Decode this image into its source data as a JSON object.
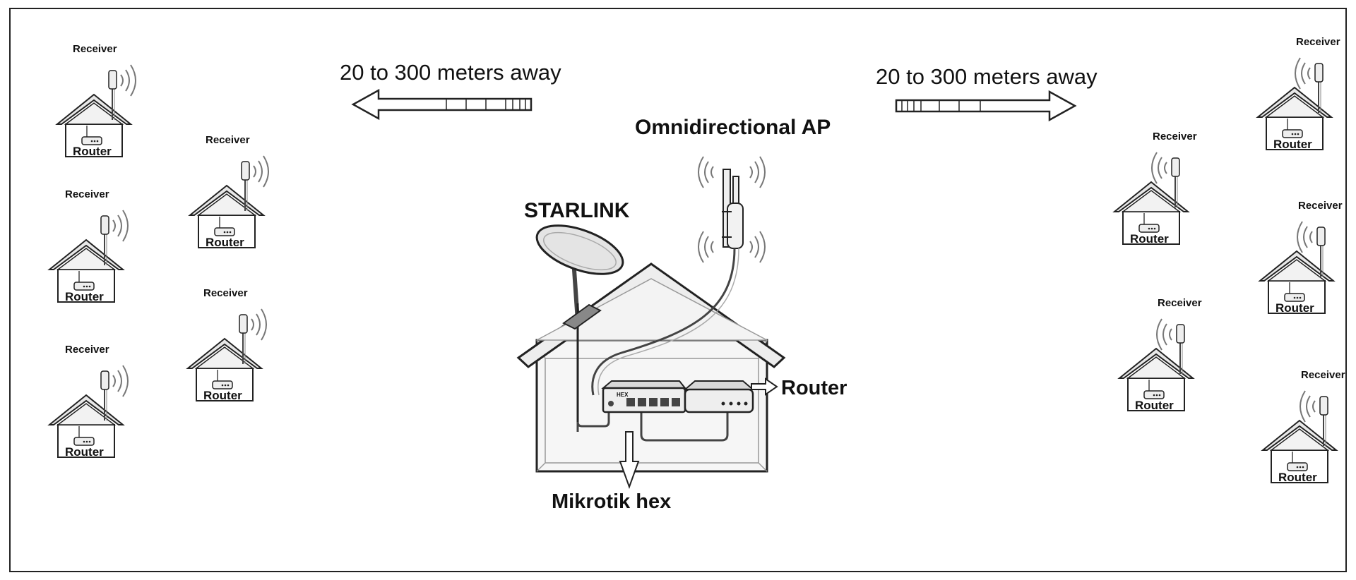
{
  "colors": {
    "line": "#222222",
    "device_fill": "#eeeeee",
    "house_fill": "#f6f6f6",
    "wave": "#777777"
  },
  "labels": {
    "distance_left": "20 to 300 meters away",
    "distance_right": "20 to 300 meters away",
    "omnidirectional_ap": "Omnidirectional AP",
    "starlink": "STARLINK",
    "router_main": "Router",
    "mikrotik": "Mikrotik hex",
    "device_badge": "HEX"
  },
  "remote_houses": [
    {
      "receiver_label": "Receiver",
      "router_label": "Router"
    },
    {
      "receiver_label": "Receiver",
      "router_label": "Router"
    },
    {
      "receiver_label": "Receiver",
      "router_label": "Router"
    },
    {
      "receiver_label": "Receiver",
      "router_label": "Router"
    },
    {
      "receiver_label": "Receiver",
      "router_label": "Router"
    },
    {
      "receiver_label": "Receiver",
      "router_label": "Router"
    },
    {
      "receiver_label": "Receiver",
      "router_label": "Router"
    },
    {
      "receiver_label": "Receiver",
      "router_label": "Router"
    },
    {
      "receiver_label": "Receiver",
      "router_label": "Router"
    },
    {
      "receiver_label": "Receiver",
      "router_label": "Router"
    }
  ]
}
